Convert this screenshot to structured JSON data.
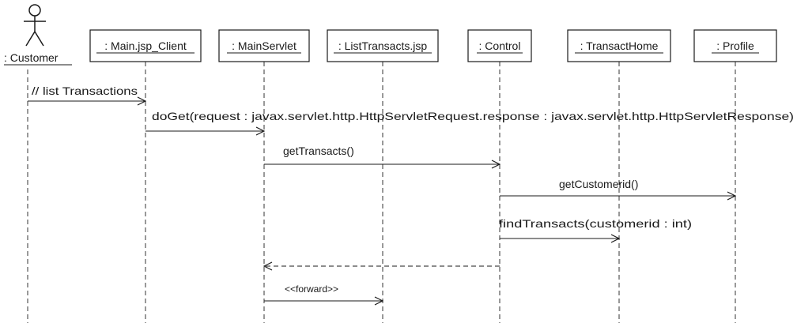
{
  "participants": [
    {
      "id": "customer",
      "label": ": Customer",
      "kind": "actor"
    },
    {
      "id": "main_jsp_client",
      "label": ": Main.jsp_Client",
      "kind": "object"
    },
    {
      "id": "main_servlet",
      "label": ": MainServlet",
      "kind": "object"
    },
    {
      "id": "list_transacts_jsp",
      "label": ": ListTransacts.jsp",
      "kind": "object"
    },
    {
      "id": "control",
      "label": ": Control",
      "kind": "object"
    },
    {
      "id": "transact_home",
      "label": ": TransactHome",
      "kind": "object"
    },
    {
      "id": "profile",
      "label": ": Profile",
      "kind": "object"
    }
  ],
  "messages": [
    {
      "from": "customer",
      "to": "main_jsp_client",
      "label": "// list Transactions",
      "style": "sync"
    },
    {
      "from": "main_jsp_client",
      "to": "main_servlet",
      "label": "doGet(request : javax.servlet.http.HttpServletRequest.response : javax.servlet.http.HttpServletResponse)",
      "style": "sync"
    },
    {
      "from": "main_servlet",
      "to": "control",
      "label": "getTransacts()",
      "style": "sync"
    },
    {
      "from": "control",
      "to": "profile",
      "label": "getCustomerid()",
      "style": "sync"
    },
    {
      "from": "control",
      "to": "transact_home",
      "label": "findTransacts(customerid : int)",
      "style": "sync"
    },
    {
      "from": "control",
      "to": "main_servlet",
      "label": "",
      "style": "return"
    },
    {
      "from": "main_servlet",
      "to": "list_transacts_jsp",
      "label": "<<forward>>",
      "style": "sync"
    }
  ]
}
